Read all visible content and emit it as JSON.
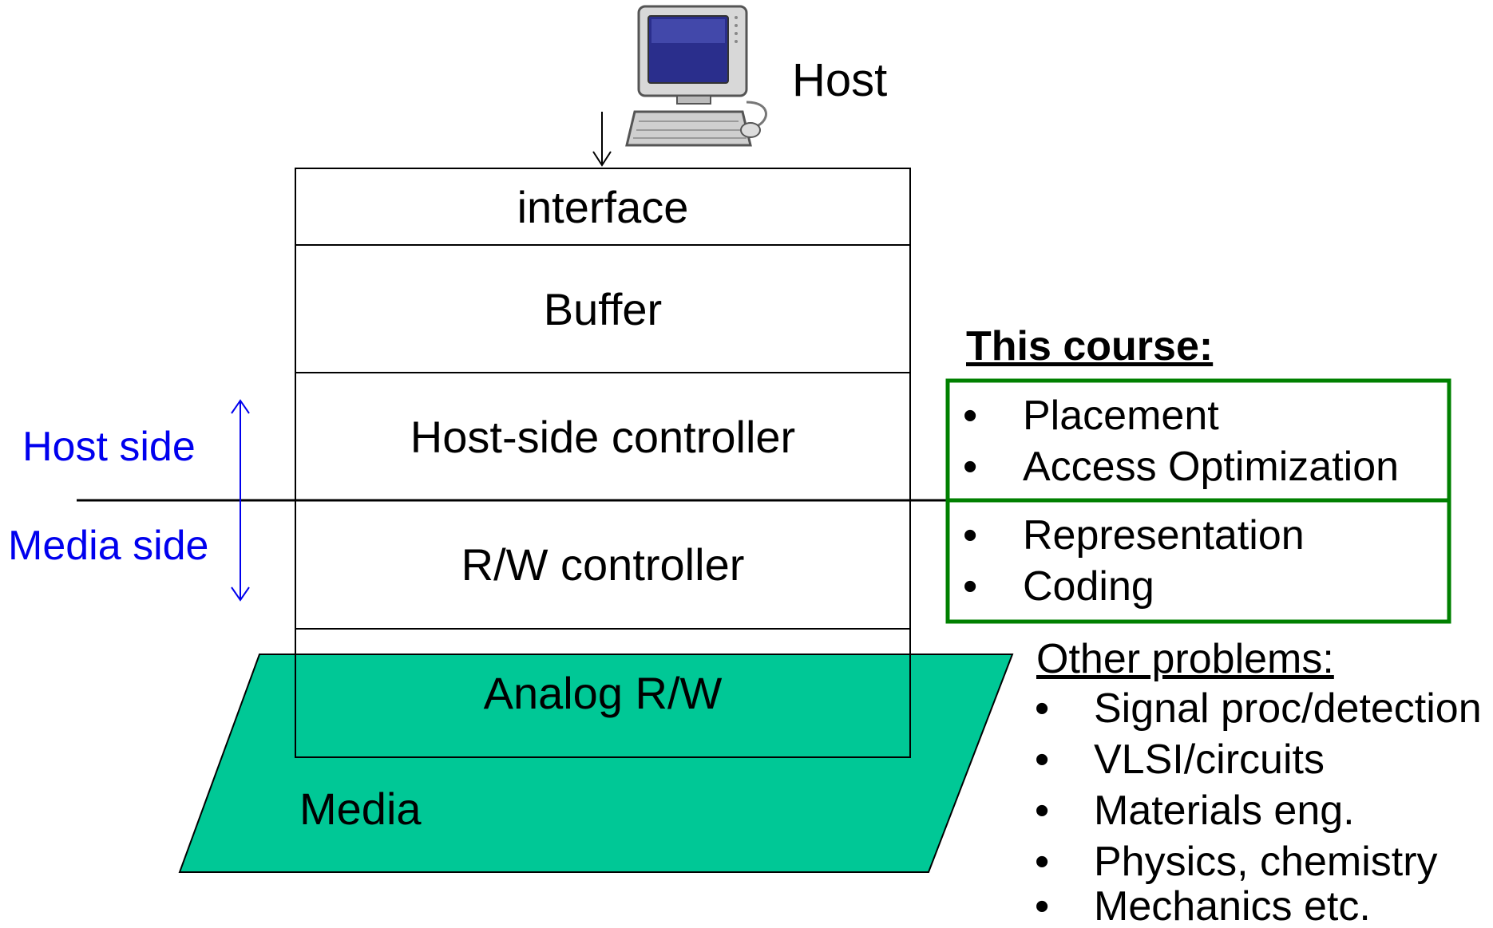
{
  "host": {
    "label": "Host",
    "icon": "desktop-computer-icon"
  },
  "stack": {
    "layers": [
      {
        "id": "interface",
        "label": "interface"
      },
      {
        "id": "buffer",
        "label": "Buffer"
      },
      {
        "id": "host-side-controller",
        "label": "Host-side controller"
      },
      {
        "id": "rw-controller",
        "label": "R/W controller"
      },
      {
        "id": "analog-rw",
        "label": "Analog R/W"
      }
    ],
    "media_label": "Media"
  },
  "sides": {
    "host_side": "Host side",
    "media_side": "Media side"
  },
  "course": {
    "title": "This course:",
    "bullet": "•",
    "host_side_topics": [
      "Placement",
      "Access Optimization"
    ],
    "media_side_topics": [
      "Representation",
      "Coding"
    ]
  },
  "other": {
    "title": "Other problems:",
    "bullet": "•",
    "items": [
      "Signal proc/detection",
      "VLSI/circuits",
      "Materials eng.",
      "Physics, chemistry",
      "Mechanics etc."
    ]
  },
  "colors": {
    "media_fill": "#00c896",
    "course_box": "#008000",
    "side_labels": "#0000ee"
  }
}
